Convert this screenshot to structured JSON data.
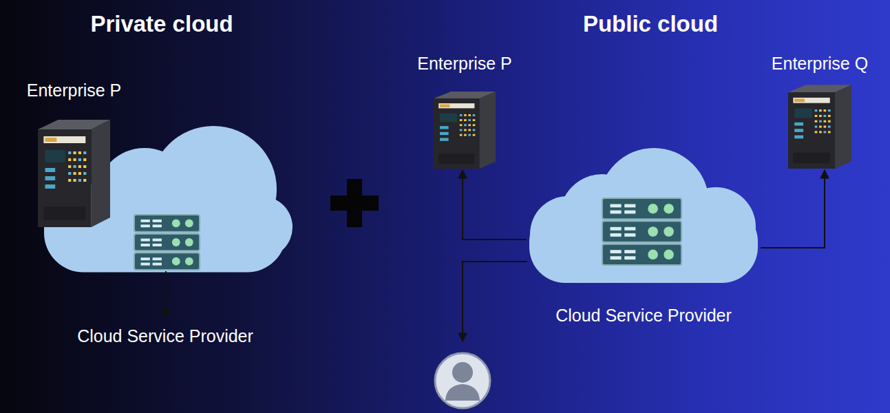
{
  "diagram": {
    "nodes": [
      {
        "text": [
          "Enterprise P"
        ]
      },
      {
        "text": [
          "Cloud Service Provider"
        ]
      },
      {
        "text": [
          "Enterprise P"
        ]
      },
      {
        "text": [
          "Enterprise Q"
        ]
      },
      {
        "text": [
          "Cloud Service Provider"
        ]
      }
    ],
    "edges": [
      {
        "from": 4,
        "to": 2,
        "arrow": "to"
      },
      {
        "from": 4,
        "to": 3,
        "arrow": "to"
      }
    ],
    "labels": [
      "Private cloud",
      "Public cloud"
    ]
  }
}
